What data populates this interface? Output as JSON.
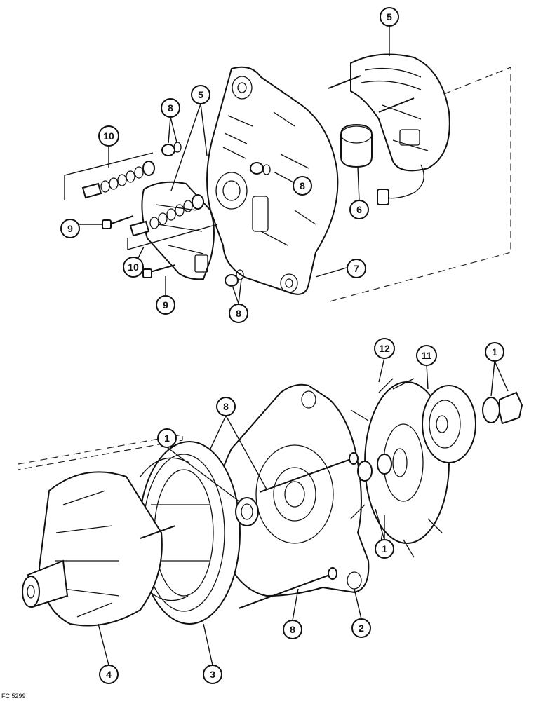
{
  "figure_code": "FC 5299",
  "callouts": {
    "c5_top": "5",
    "c8_a": "8",
    "c5_b": "5",
    "c10_a": "10",
    "c8_b": "8",
    "c6": "6",
    "c9_a": "9",
    "c10_b": "10",
    "c7": "7",
    "c9_b": "9",
    "c8_c": "8",
    "c12": "12",
    "c11": "11",
    "c1_a": "1",
    "c8_d": "8",
    "c1_b": "1",
    "c1_c": "1",
    "c8_e": "8",
    "c2": "2",
    "c4": "4",
    "c3": "3"
  },
  "colors": {
    "ink": "#111111",
    "paper": "#ffffff"
  }
}
